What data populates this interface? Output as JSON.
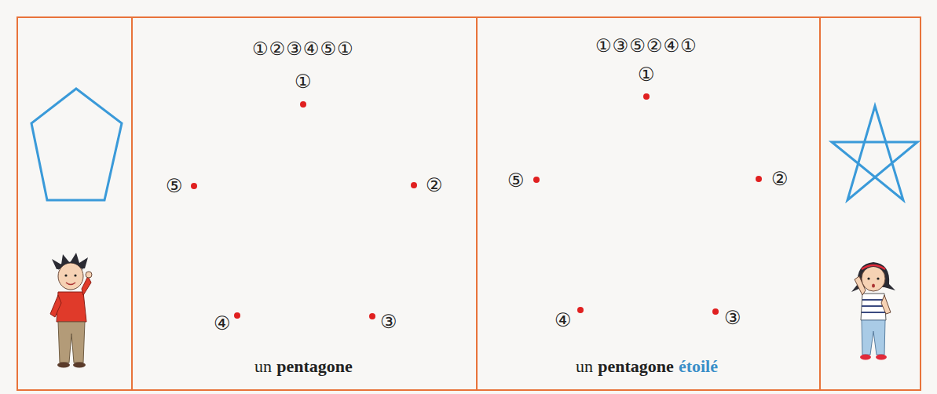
{
  "diagram": {
    "labels": [
      "①②③④⑤①",
      "①",
      "②",
      "③",
      "④",
      "⑤",
      "un",
      "pentagone",
      "①③⑤②④①",
      "①",
      "②",
      "③",
      "④",
      "⑤",
      "un",
      "pentagone",
      "étoilé"
    ]
  }
}
